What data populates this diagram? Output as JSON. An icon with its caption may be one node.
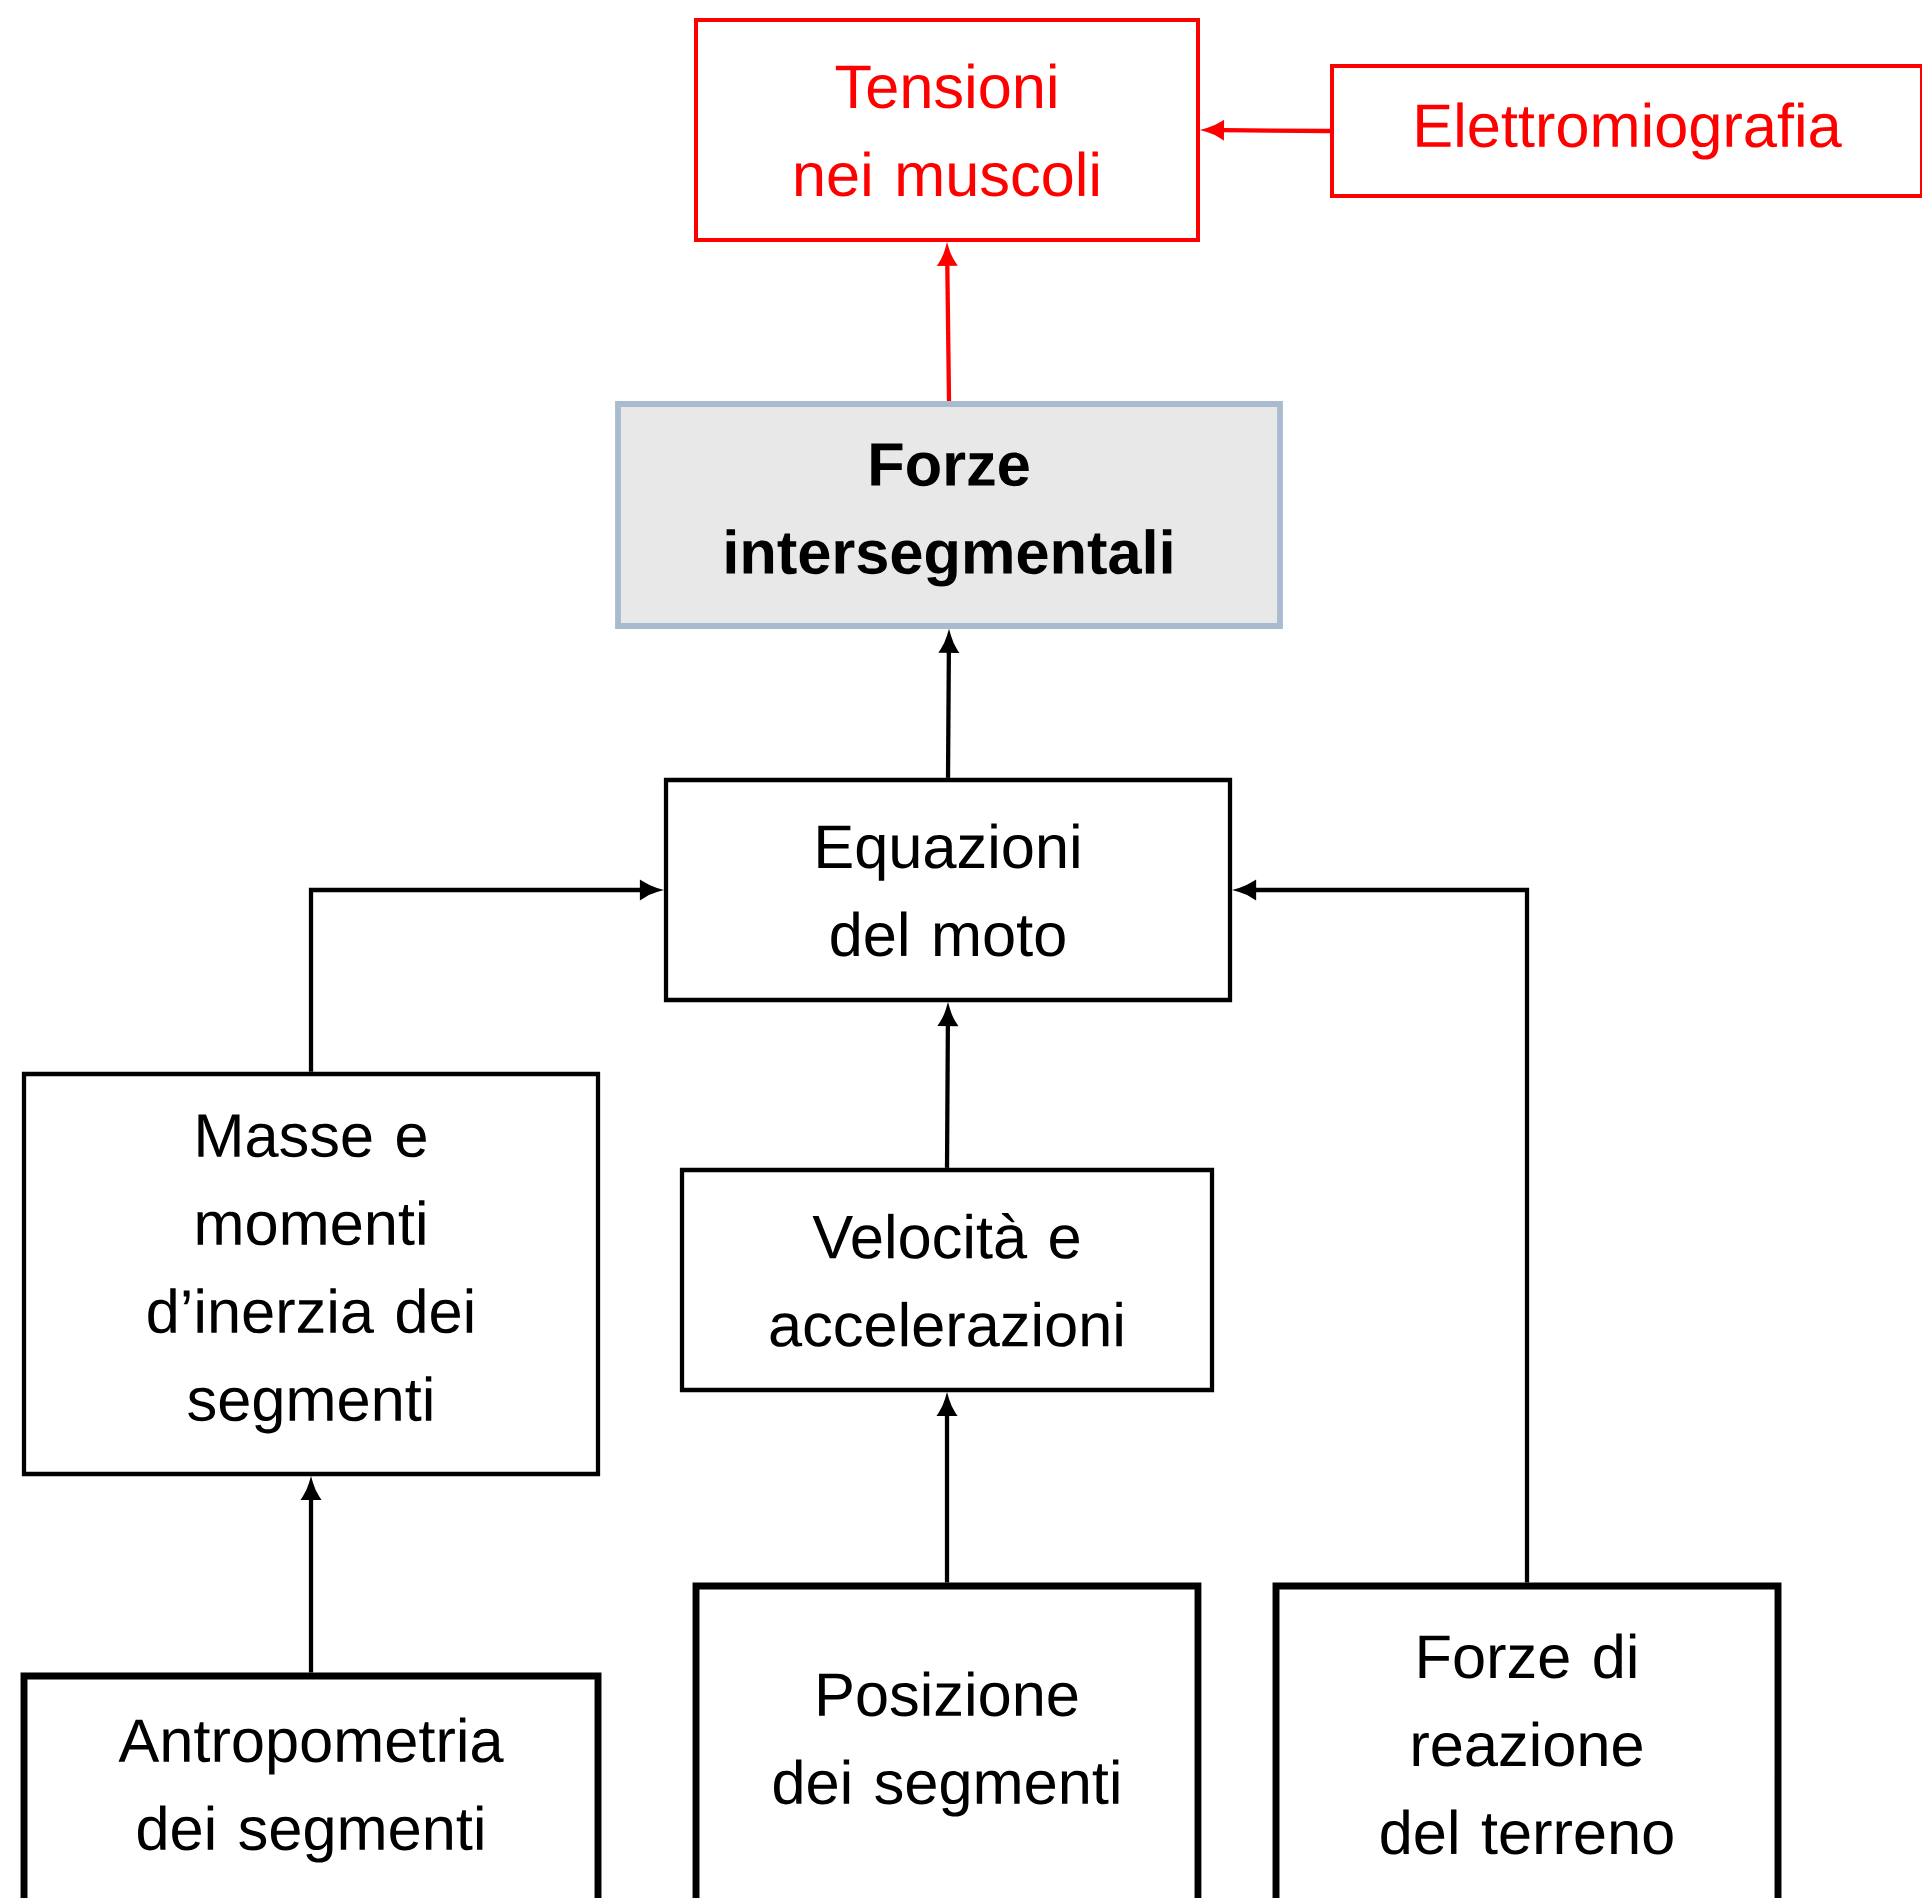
{
  "diagram": {
    "nodes": [
      {
        "text": [
          "Tensioni nei muscoli"
        ]
      },
      {
        "text": [
          "Elettromiografia"
        ]
      },
      {
        "text": [
          "Forze intersegmentali"
        ]
      },
      {
        "text": [
          "Equazioni del moto"
        ]
      },
      {
        "text": [
          "Masse e momenti d’inerzia dei segmenti"
        ]
      },
      {
        "text": [
          "Velocità e accelerazioni"
        ]
      },
      {
        "text": [
          "Antropometria dei segmenti"
        ]
      },
      {
        "text": [
          "Posizione dei segmenti"
        ]
      },
      {
        "text": [
          "Forze di reazione del terreno"
        ]
      }
    ],
    "edges": [
      {
        "from": 1,
        "to": 0,
        "arrow": "to",
        "color": "#ff0000"
      },
      {
        "from": 2,
        "to": 0,
        "arrow": "to",
        "color": "#ff0000"
      },
      {
        "from": 3,
        "to": 2,
        "arrow": "to"
      },
      {
        "from": 4,
        "to": 3,
        "arrow": "to"
      },
      {
        "from": 5,
        "to": 3,
        "arrow": "to"
      },
      {
        "from": 6,
        "to": 4,
        "arrow": "to"
      },
      {
        "from": 7,
        "to": 5,
        "arrow": "to"
      },
      {
        "from": 8,
        "to": 3,
        "arrow": "to"
      }
    ]
  }
}
